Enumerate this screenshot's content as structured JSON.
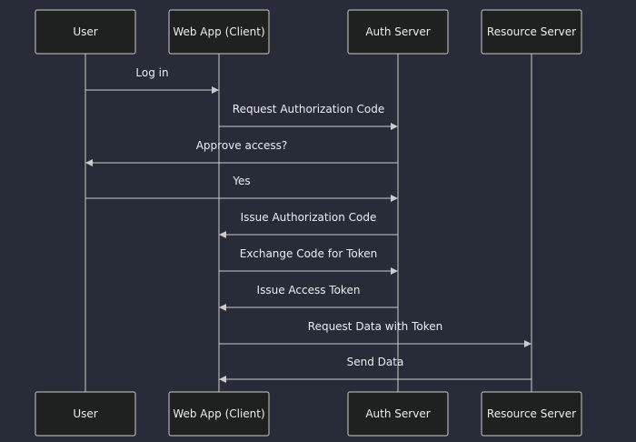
{
  "diagram": {
    "type": "sequence",
    "actors": [
      {
        "id": "user",
        "label": "User"
      },
      {
        "id": "webapp",
        "label": "Web App (Client)"
      },
      {
        "id": "auth",
        "label": "Auth Server"
      },
      {
        "id": "resource",
        "label": "Resource Server"
      }
    ],
    "messages": [
      {
        "from": "user",
        "to": "webapp",
        "label": "Log in"
      },
      {
        "from": "webapp",
        "to": "auth",
        "label": "Request Authorization Code"
      },
      {
        "from": "auth",
        "to": "user",
        "label": "Approve access?"
      },
      {
        "from": "user",
        "to": "auth",
        "label": "Yes"
      },
      {
        "from": "auth",
        "to": "webapp",
        "label": "Issue Authorization Code"
      },
      {
        "from": "webapp",
        "to": "auth",
        "label": "Exchange Code for Token"
      },
      {
        "from": "auth",
        "to": "webapp",
        "label": "Issue Access Token"
      },
      {
        "from": "webapp",
        "to": "resource",
        "label": "Request Data with Token"
      },
      {
        "from": "resource",
        "to": "webapp",
        "label": "Send Data"
      }
    ],
    "colors": {
      "background": "#282b38",
      "actor_fill": "#1f2020",
      "line": "#cccccc",
      "text": "#eeeeee"
    }
  }
}
